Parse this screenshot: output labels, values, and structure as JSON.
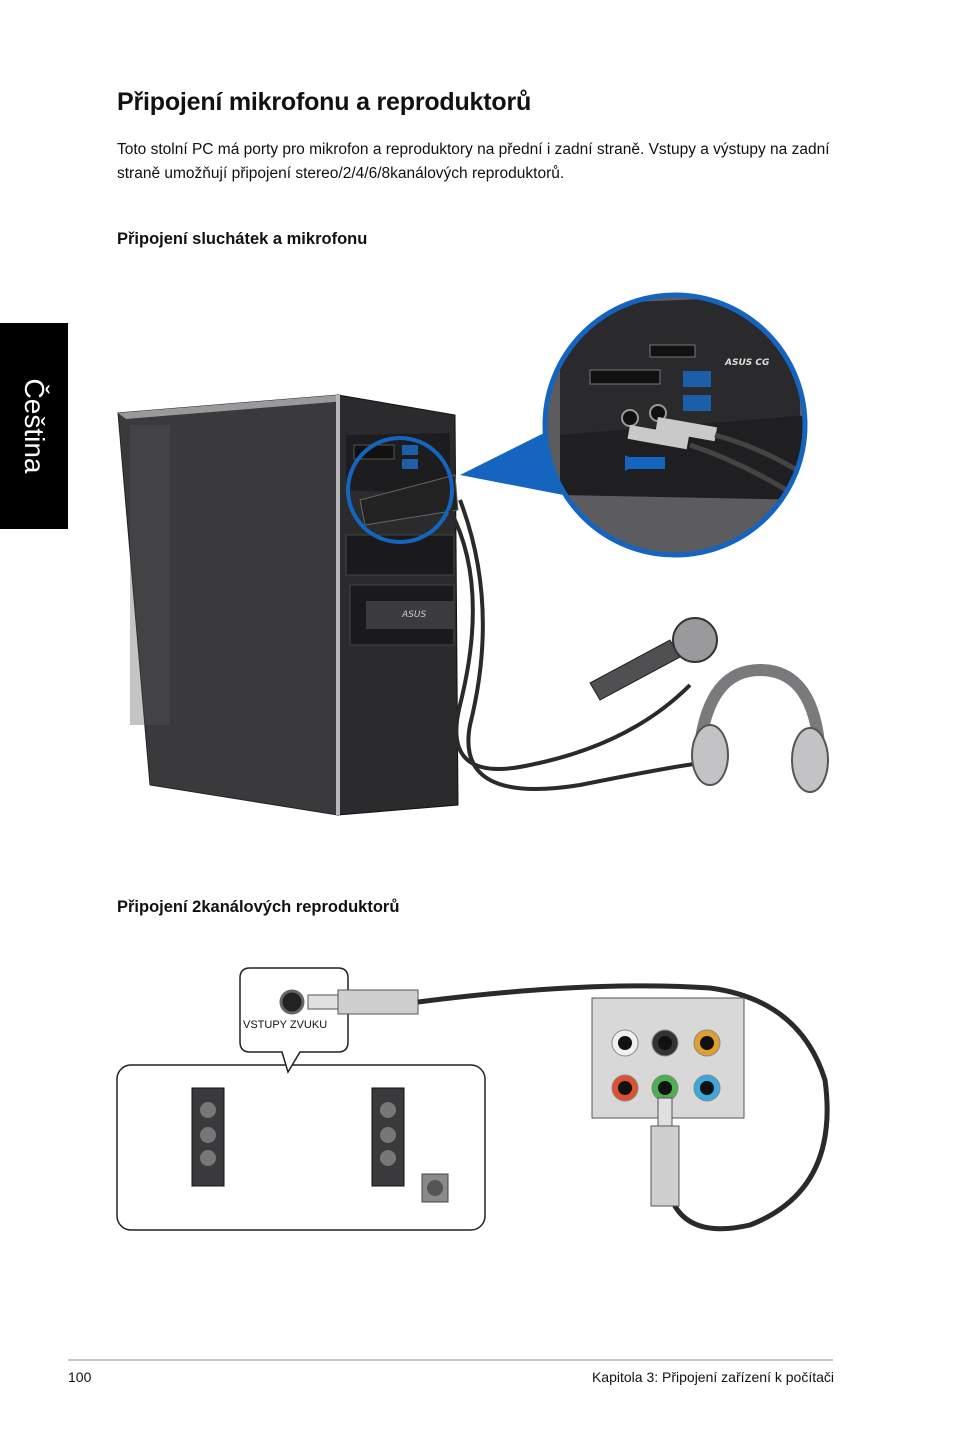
{
  "sidebar": {
    "language": "Čeština"
  },
  "title": "Připojení mikrofonu a reproduktorů",
  "intro": "Toto stolní PC má porty pro mikrofon a reproduktory na přední i zadní straně. Vstupy a výstupy na zadní straně umožňují připojení stereo/2/4/6/8kanálových reproduktorů.",
  "section1": {
    "heading": "Připojení sluchátek a mikrofonu"
  },
  "section2": {
    "heading": "Připojení 2kanálových reproduktorů",
    "callout_label": "VSTUPY ZVUKU"
  },
  "footer": {
    "page_number": "100",
    "chapter": "Kapitola 3: Připojení zařízení k počítači"
  }
}
